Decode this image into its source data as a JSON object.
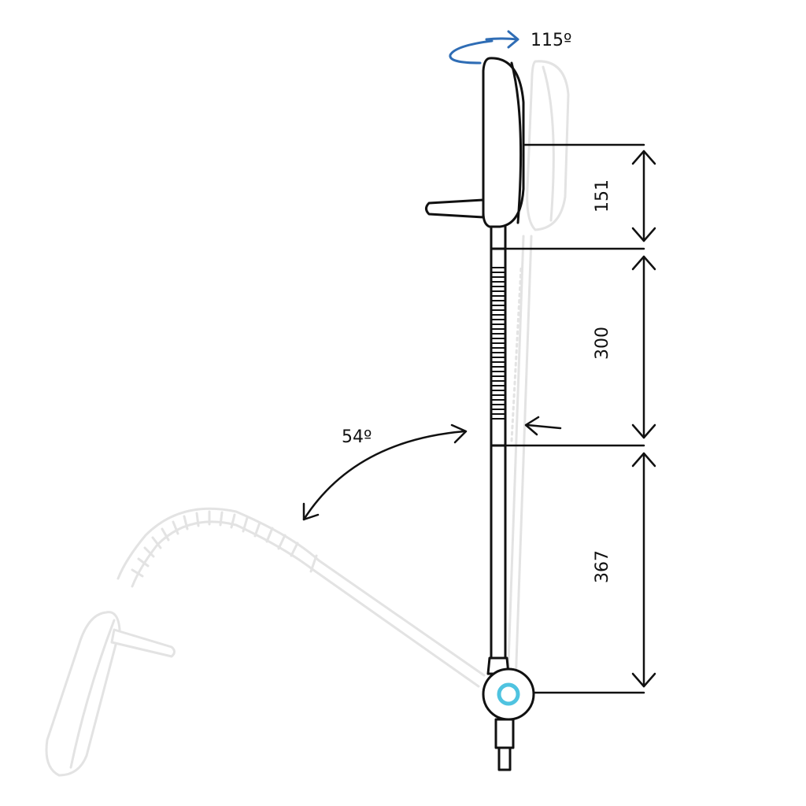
{
  "labels": {
    "rotation_angle": "115º",
    "tilt_angle": "54º",
    "dim_top": "151",
    "dim_middle": "300",
    "dim_bottom": "367"
  },
  "colors": {
    "rotation_arrow": "#2f6db5",
    "pivot_ring": "#4fc3e0",
    "ink": "#111111",
    "ghost": "#e3e3e3"
  }
}
